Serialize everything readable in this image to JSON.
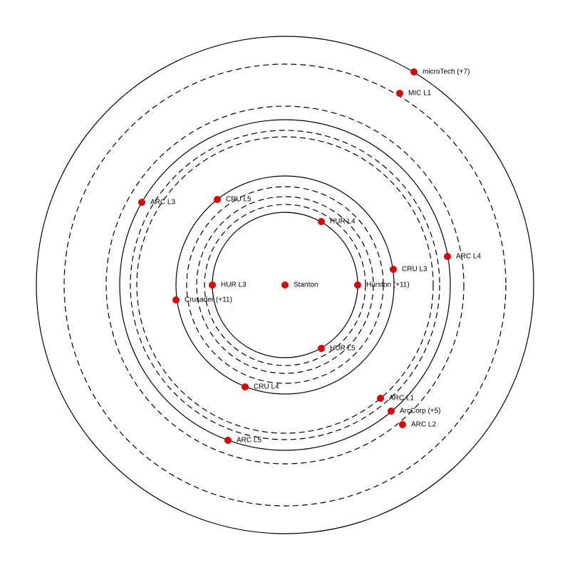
{
  "colors": {
    "marker": "#e00000",
    "orbit_line": "#000000",
    "background": "#ffffff"
  },
  "center_body": {
    "key": "stanton",
    "label": "Stanton"
  },
  "orbits": [
    {
      "key": "hurston-orbit",
      "style": "solid"
    },
    {
      "key": "hurston-inner-dashed-orbit",
      "style": "dashed"
    },
    {
      "key": "hurston-outer-dashed-orbit",
      "style": "dashed"
    },
    {
      "key": "crusader-inner-dashed-orbit",
      "style": "dashed"
    },
    {
      "key": "crusader-orbit",
      "style": "solid"
    },
    {
      "key": "crusader-outer-dashed-orbit",
      "style": "dashed"
    },
    {
      "key": "arccorp-inner-dashed-orbit",
      "style": "dashed"
    },
    {
      "key": "arccorp-orbit",
      "style": "solid"
    },
    {
      "key": "arccorp-outer-dashed-orbit",
      "style": "dashed"
    },
    {
      "key": "microtech-inner-dashed-orbit",
      "style": "dashed"
    },
    {
      "key": "microtech-orbit",
      "style": "solid"
    }
  ],
  "points": [
    {
      "key": "hurston",
      "label": "Hurston (+11)"
    },
    {
      "key": "hur-l3",
      "label": "HUR L3"
    },
    {
      "key": "hur-l4",
      "label": "HUR L4"
    },
    {
      "key": "hur-l5",
      "label": "HUR L5"
    },
    {
      "key": "crusader",
      "label": "Crusader (+11)"
    },
    {
      "key": "cru-l3",
      "label": "CRU L3"
    },
    {
      "key": "cru-l4",
      "label": "CRU L4"
    },
    {
      "key": "cru-l5",
      "label": "CRU L5"
    },
    {
      "key": "arccorp",
      "label": "ArcCorp (+5)"
    },
    {
      "key": "arc-l1",
      "label": "ARC L1"
    },
    {
      "key": "arc-l2",
      "label": "ARC L2"
    },
    {
      "key": "arc-l3",
      "label": "ARC L3"
    },
    {
      "key": "arc-l4",
      "label": "ARC L4"
    },
    {
      "key": "arc-l5",
      "label": "ARC L5"
    },
    {
      "key": "microtech",
      "label": "microTech (+7)"
    },
    {
      "key": "mic-l1",
      "label": "MIC L1"
    }
  ]
}
